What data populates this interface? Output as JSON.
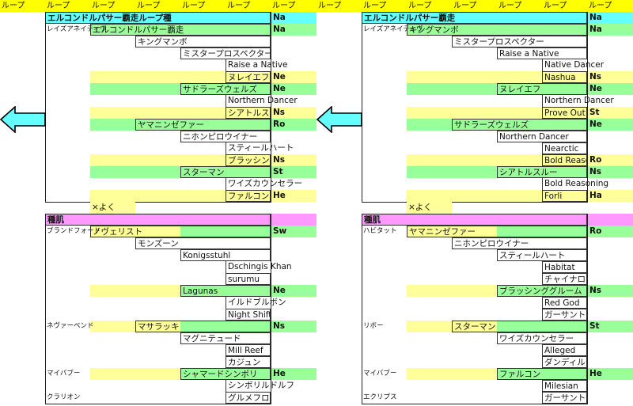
{
  "colors": {
    "header": "#ffff00",
    "cyan": "#66ffff",
    "green": "#99ff99",
    "yellow": "#ffff99",
    "magenta": "#ff99ff"
  },
  "header": {
    "labels": [
      "ループ",
      "ループ",
      "ループ",
      "ループ",
      "ループ",
      "ループ",
      "ループ",
      "ループ",
      "ループ",
      "ループ",
      "ループ",
      "ループ",
      "ループ",
      "ループ"
    ]
  },
  "arrows": [
    "arrow-left-icon",
    "arrow-left-icon"
  ],
  "panels": [
    {
      "title": "エルコンドルパサー覇走ループ種",
      "title_code": "Na",
      "title_fill": "cyan",
      "footer": "×よく",
      "rows": [
        {
          "label": "レイズアネイティヴ",
          "name": "エルコンドルパサー覇走",
          "gen": 1,
          "boxed": true,
          "code": "Na",
          "fill": "green"
        },
        {
          "label": "",
          "name": "キングマンボ",
          "gen": 2,
          "boxed": true,
          "code": "",
          "fill": ""
        },
        {
          "label": "",
          "name": "ミスタープロスペクター",
          "gen": 3,
          "boxed": true,
          "code": "",
          "fill": ""
        },
        {
          "label": "",
          "name": "Raise a Native",
          "gen": 4,
          "boxed": false,
          "code": "",
          "fill": ""
        },
        {
          "label": "",
          "name": "ヌレイエフ",
          "gen": 4,
          "boxed": true,
          "code": "Ne",
          "fill": "yellow"
        },
        {
          "label": "",
          "name": "サドラーズウェルズ",
          "gen": 3,
          "boxed": true,
          "code": "Ne",
          "fill": "green"
        },
        {
          "label": "",
          "name": "Northern Dancer",
          "gen": 4,
          "boxed": false,
          "code": "",
          "fill": ""
        },
        {
          "label": "",
          "name": "シアトルスルー",
          "gen": 4,
          "boxed": true,
          "code": "Ns",
          "fill": "yellow"
        },
        {
          "label": "",
          "name": "ヤマニンゼファー",
          "gen": 2,
          "boxed": true,
          "code": "Ro",
          "fill": "green"
        },
        {
          "label": "",
          "name": "ニホンピロウイナー",
          "gen": 3,
          "boxed": true,
          "code": "",
          "fill": ""
        },
        {
          "label": "",
          "name": "スティールハート",
          "gen": 4,
          "boxed": false,
          "code": "",
          "fill": ""
        },
        {
          "label": "",
          "name": "ブラッシンググ",
          "gen": 4,
          "boxed": true,
          "code": "Ns",
          "fill": "yellow"
        },
        {
          "label": "",
          "name": "スターマン",
          "gen": 3,
          "boxed": true,
          "code": "St",
          "fill": "green"
        },
        {
          "label": "",
          "name": "ワイズカウンセラー",
          "gen": 4,
          "boxed": false,
          "code": "",
          "fill": ""
        },
        {
          "label": "",
          "name": "ファルコン",
          "gen": 4,
          "boxed": true,
          "code": "He",
          "fill": "yellow"
        }
      ]
    },
    {
      "title": "エルコンドルパサー覇走",
      "title_code": "Na",
      "title_fill": "cyan",
      "footer": "×よく",
      "rows": [
        {
          "label": "レイズアネイティヴ",
          "name": "キングマンボ",
          "gen": 1,
          "boxed": true,
          "code": "Na",
          "fill": "green"
        },
        {
          "label": "",
          "name": "ミスタープロスペクター",
          "gen": 2,
          "boxed": true,
          "code": "",
          "fill": ""
        },
        {
          "label": "",
          "name": "Raise a Native",
          "gen": 3,
          "boxed": true,
          "code": "",
          "fill": ""
        },
        {
          "label": "",
          "name": "Native Dancer",
          "gen": 4,
          "boxed": false,
          "code": "",
          "fill": ""
        },
        {
          "label": "",
          "name": "Nashua",
          "gen": 4,
          "boxed": true,
          "code": "Ns",
          "fill": "yellow"
        },
        {
          "label": "",
          "name": "ヌレイエフ",
          "gen": 3,
          "boxed": true,
          "code": "Ne",
          "fill": "green"
        },
        {
          "label": "",
          "name": "Northern Dancer",
          "gen": 4,
          "boxed": false,
          "code": "",
          "fill": ""
        },
        {
          "label": "",
          "name": "Prove Out",
          "gen": 4,
          "boxed": true,
          "code": "St",
          "fill": "yellow"
        },
        {
          "label": "",
          "name": "サドラーズウェルズ",
          "gen": 2,
          "boxed": true,
          "code": "Ne",
          "fill": "green"
        },
        {
          "label": "",
          "name": "Northern Dancer",
          "gen": 3,
          "boxed": true,
          "code": "",
          "fill": ""
        },
        {
          "label": "",
          "name": "Nearctic",
          "gen": 4,
          "boxed": true,
          "code": "",
          "fill": ""
        },
        {
          "label": "",
          "name": "Bold Reaso",
          "gen": 4,
          "boxed": true,
          "code": "Ro",
          "fill": "yellow"
        },
        {
          "label": "",
          "name": "シアトルスルー",
          "gen": 3,
          "boxed": true,
          "code": "Ns",
          "fill": "green"
        },
        {
          "label": "",
          "name": "Bold Reasoning",
          "gen": 4,
          "boxed": false,
          "code": "",
          "fill": ""
        },
        {
          "label": "",
          "name": "Forli",
          "gen": 4,
          "boxed": true,
          "code": "Ha",
          "fill": "yellow"
        }
      ]
    },
    {
      "title": "種肌",
      "title_code": "",
      "title_fill": "magenta",
      "rows": [
        {
          "label": "ブランドフォード",
          "name": "ノヴェリスト",
          "gen": 1,
          "boxed": true,
          "code": "Sw",
          "fill": "split"
        },
        {
          "label": "",
          "name": "モンズーン",
          "gen": 2,
          "boxed": true,
          "code": "",
          "fill": ""
        },
        {
          "label": "",
          "name": "Konigsstuhl",
          "gen": 3,
          "boxed": true,
          "code": "",
          "fill": ""
        },
        {
          "label": "",
          "name": "Dschingis Khan",
          "gen": 4,
          "boxed": false,
          "code": "",
          "fill": ""
        },
        {
          "label": "",
          "name": "surumu",
          "gen": 4,
          "boxed": true,
          "code": "",
          "fill": ""
        },
        {
          "label": "",
          "name": "Lagunas",
          "gen": 3,
          "boxed": true,
          "code": "Ne",
          "fill": "split"
        },
        {
          "label": "",
          "name": "イルドブルボン",
          "gen": 4,
          "boxed": false,
          "code": "",
          "fill": ""
        },
        {
          "label": "",
          "name": "Night Shift",
          "gen": 4,
          "boxed": true,
          "code": "",
          "fill": ""
        },
        {
          "label": "ネヴァーベンド",
          "name": "マサラッキ",
          "gen": 2,
          "boxed": true,
          "code": "Ns",
          "fill": "split"
        },
        {
          "label": "",
          "name": "マグニテュード",
          "gen": 3,
          "boxed": true,
          "code": "",
          "fill": ""
        },
        {
          "label": "",
          "name": "Mill Reef",
          "gen": 4,
          "boxed": true,
          "code": "",
          "fill": ""
        },
        {
          "label": "",
          "name": "カジュン",
          "gen": 4,
          "boxed": true,
          "code": "",
          "fill": ""
        },
        {
          "label": "マイバブー",
          "name": "シャマードシンボリ",
          "gen": 3,
          "boxed": true,
          "code": "He",
          "fill": "split"
        },
        {
          "label": "",
          "name": "シンボリルドルフ",
          "gen": 4,
          "boxed": false,
          "code": "",
          "fill": ""
        },
        {
          "label": "クラリオン",
          "name": "グルメフロンティア",
          "gen": 4,
          "boxed": true,
          "code": "",
          "fill": ""
        }
      ]
    },
    {
      "title": "種肌",
      "title_code": "",
      "title_fill": "magenta",
      "rows": [
        {
          "label": "ハビタット",
          "name": "ヤマニンゼファー",
          "gen": 1,
          "boxed": true,
          "code": "Ro",
          "fill": "split"
        },
        {
          "label": "",
          "name": "ニホンピロウイナー",
          "gen": 2,
          "boxed": true,
          "code": "",
          "fill": ""
        },
        {
          "label": "",
          "name": "スティールハート",
          "gen": 3,
          "boxed": true,
          "code": "",
          "fill": ""
        },
        {
          "label": "",
          "name": "Habitat",
          "gen": 4,
          "boxed": true,
          "code": "",
          "fill": ""
        },
        {
          "label": "",
          "name": "チャイナロック",
          "gen": 4,
          "boxed": true,
          "code": "",
          "fill": ""
        },
        {
          "label": "",
          "name": "ブラッシンググルーム",
          "gen": 3,
          "boxed": true,
          "code": "Ns",
          "fill": "split"
        },
        {
          "label": "",
          "name": "Red God",
          "gen": 4,
          "boxed": true,
          "code": "",
          "fill": ""
        },
        {
          "label": "",
          "name": "ガーサント",
          "gen": 4,
          "boxed": true,
          "code": "",
          "fill": ""
        },
        {
          "label": "リボー",
          "name": "スターマン",
          "gen": 2,
          "boxed": true,
          "code": "St",
          "fill": "split"
        },
        {
          "label": "",
          "name": "ワイズカウンセラー",
          "gen": 3,
          "boxed": true,
          "code": "",
          "fill": ""
        },
        {
          "label": "",
          "name": "Alleged",
          "gen": 4,
          "boxed": true,
          "code": "",
          "fill": ""
        },
        {
          "label": "",
          "name": "ダンディルート",
          "gen": 4,
          "boxed": true,
          "code": "",
          "fill": ""
        },
        {
          "label": "マイバブー",
          "name": "ファルコン",
          "gen": 3,
          "boxed": true,
          "code": "He",
          "fill": "split"
        },
        {
          "label": "",
          "name": "Milesian",
          "gen": 4,
          "boxed": true,
          "code": "",
          "fill": ""
        },
        {
          "label": "エクリプス",
          "name": "ガーサント",
          "gen": 4,
          "boxed": true,
          "code": "",
          "fill": ""
        }
      ]
    }
  ]
}
